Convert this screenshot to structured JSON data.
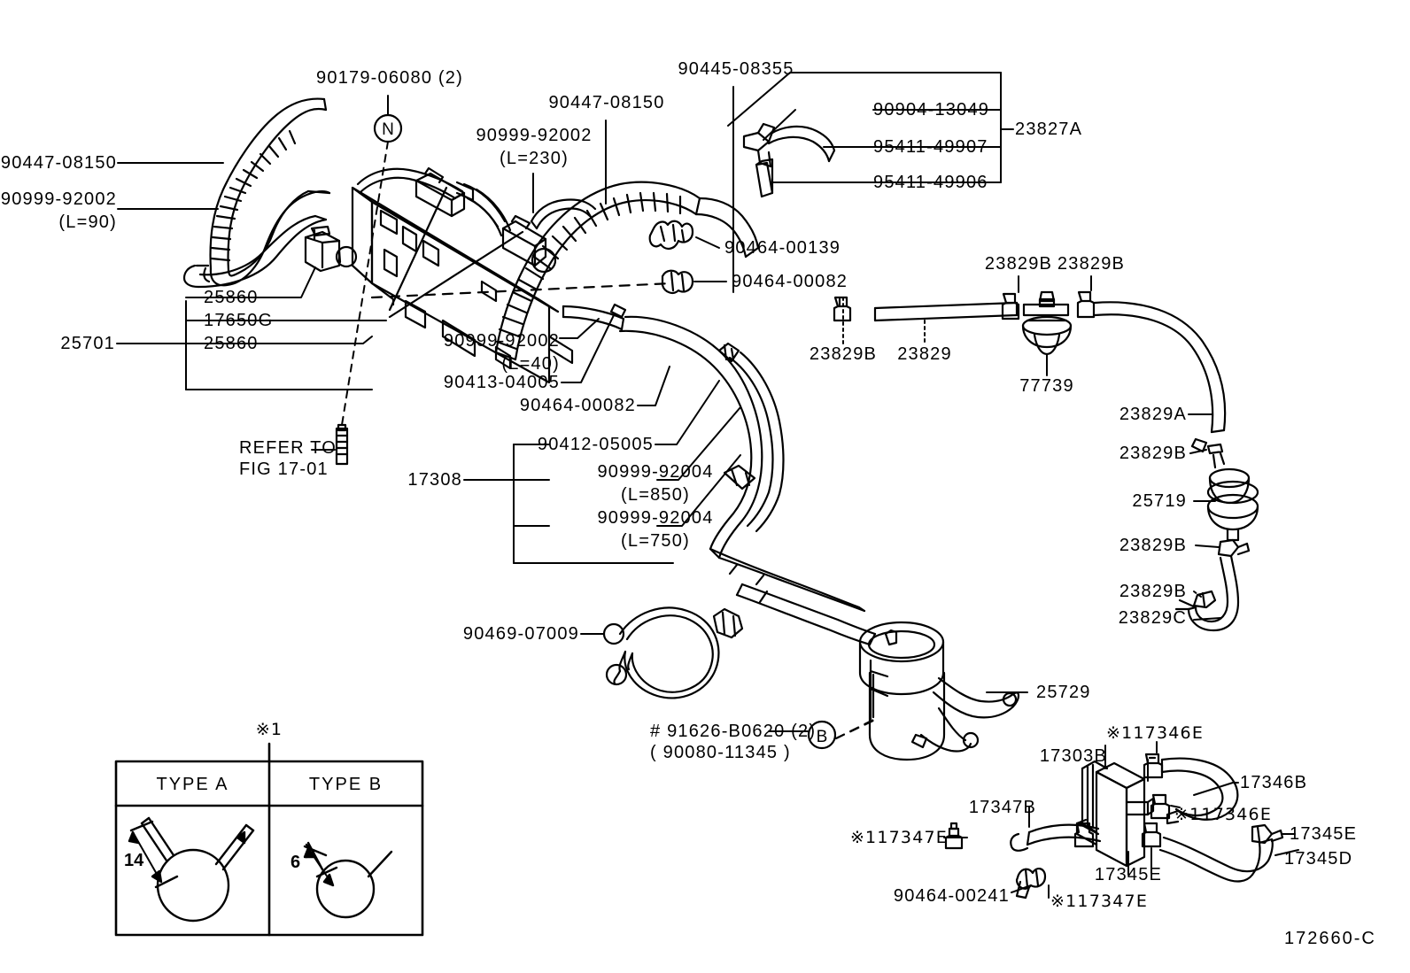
{
  "diagram": {
    "id": "172660-C",
    "refer_note": "REFER TO\nFIG 17-01",
    "circle_markers": [
      {
        "letter": "N",
        "for": "90179-06080 (2)"
      },
      {
        "letter": "B",
        "for": "91626-B0620 (2)"
      }
    ]
  },
  "labels": {
    "l_90447_08150_left": "90447-08150",
    "l_90999_92002_l90": "90999-92002\n(L=90)",
    "l_90179_06080": "90179-06080 (2)",
    "l_90999_92002_l230": "90999-92002\n(L=230)",
    "l_90447_08150_mid": "90447-08150",
    "l_90445_08355": "90445-08355",
    "l_90904_13049": "90904-13049",
    "l_95411_49907": "95411-49907",
    "l_95411_49906": "95411-49906",
    "l_23827A": "23827A",
    "l_25860_a": "25860",
    "l_17650G": "17650G",
    "l_25860_b": "25860",
    "l_25701": "25701",
    "l_refer_to": "REFER TO",
    "l_fig_17_01": "FIG 17-01",
    "l_90999_92002_l40": "90999-92002\n(L=40)",
    "l_90413_04005": "90413-04005",
    "l_90464_00082_mid": "90464-00082",
    "l_90464_00139": "90464-00139",
    "l_90464_00082_top": "90464-00082",
    "l_90412_05005": "90412-05005",
    "l_90999_92004_l850": "90999-92004\n(L=850)",
    "l_90999_92004_l750": "90999-92004\n(L=750)",
    "l_17308": "17308",
    "l_23829B_1": "23829B",
    "l_23829B_2": "23829B",
    "l_23829B_3": "23829B",
    "l_23829": "23829",
    "l_77739": "77739",
    "l_23829A": "23829A",
    "l_23829B_4": "23829B",
    "l_25719": "25719",
    "l_23829B_5": "23829B",
    "l_23829B_6": "23829B",
    "l_23829C": "23829C",
    "l_90469_07009": "90469-07009",
    "l_91626_b0620": "# 91626-B0620 (2)",
    "l_90080_11345": "( 90080-11345 )",
    "l_25729": "25729",
    "l_117346E_top": "※117346E",
    "l_17303B": "17303B",
    "l_17346B": "17346B",
    "l_117346E_mid": "※117346E",
    "l_17347B": "17347B",
    "l_117347E_left": "※117347E",
    "l_17345E_right": "17345E",
    "l_17345D": "17345D",
    "l_17345E_bottom": "17345E",
    "l_90464_00241": "90464-00241",
    "l_117347E_bottom": "※117347E",
    "l_note_star1": "※1",
    "l_diagram_id": "172660-C"
  },
  "type_table": {
    "note": "※1",
    "headers": [
      "TYPE A",
      "TYPE B"
    ],
    "cells": [
      {
        "type": "TYPE A",
        "dimension": "14"
      },
      {
        "type": "TYPE B",
        "dimension": "6"
      }
    ]
  },
  "colors": {
    "line": "#000000",
    "background": "#ffffff"
  }
}
